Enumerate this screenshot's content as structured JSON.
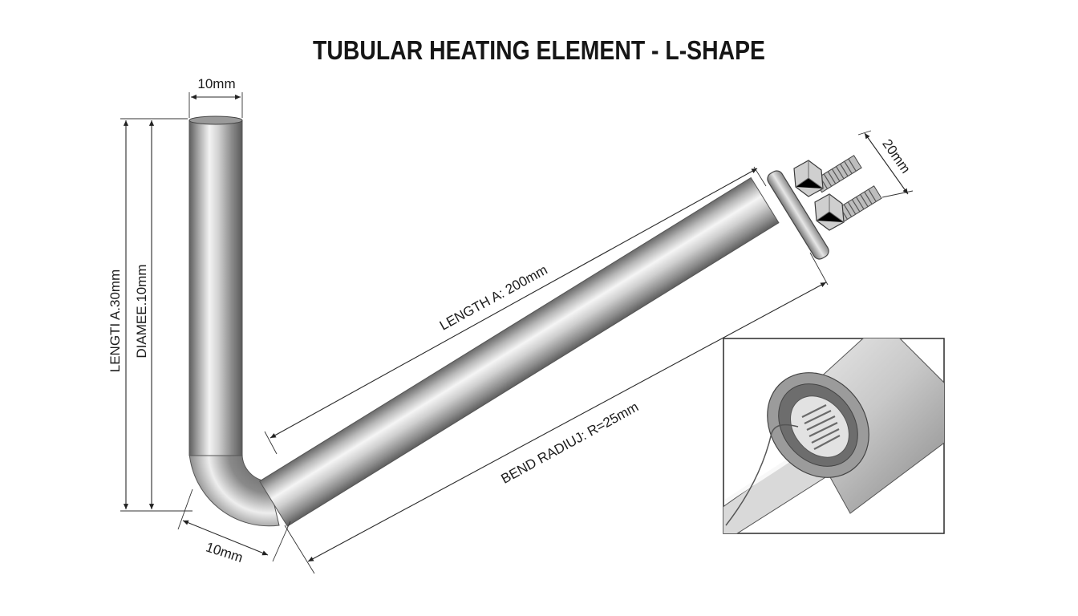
{
  "title": "TUBULAR HEATING ELEMENT - L-SHAPE",
  "dimensions": {
    "top_width": "10mm",
    "left_length": "LENGTI A.30mm",
    "left_diameter": "DIAMEE.10mm",
    "length_a": "LENGTH A: 200mm",
    "terminal": "20mm",
    "bend_radius": "BEND RADIUJ: R=25mm",
    "bottom_width": "10mm"
  },
  "colors": {
    "background": "#ffffff",
    "steel_light": "#f4f4f4",
    "steel_dark": "#6e6e6e",
    "line": "#2a2a2a"
  },
  "icons": [
    "tubular-heater-icon",
    "terminal-nut-icon",
    "threaded-stud-icon",
    "cross-section-detail-icon"
  ]
}
